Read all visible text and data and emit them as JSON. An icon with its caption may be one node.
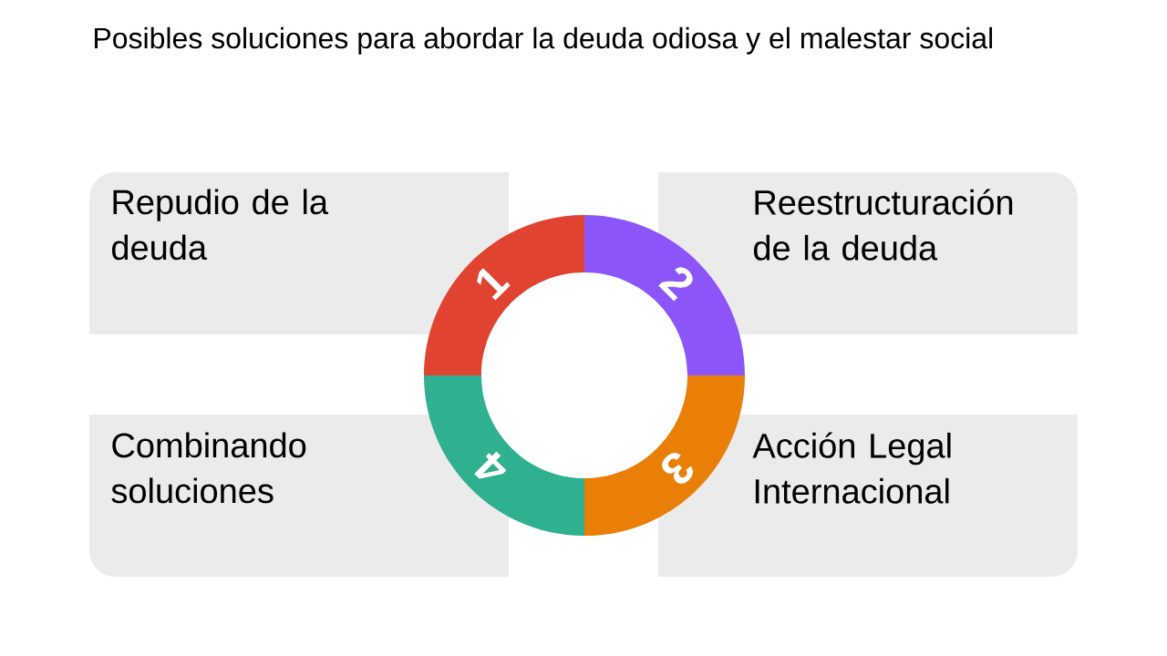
{
  "diagram": {
    "title": "Posibles soluciones para abordar la deuda odiosa y el malestar social",
    "nodes": [
      {
        "text": [
          "Repudio de la deuda"
        ]
      },
      {
        "text": [
          "Reestructuración de la deuda"
        ]
      },
      {
        "text": [
          "Combinando soluciones"
        ]
      },
      {
        "text": [
          "Acción Legal Internacional"
        ]
      },
      {
        "text": [
          "1"
        ]
      },
      {
        "text": [
          "2"
        ]
      },
      {
        "text": [
          "3"
        ]
      },
      {
        "text": [
          "4"
        ]
      }
    ]
  }
}
